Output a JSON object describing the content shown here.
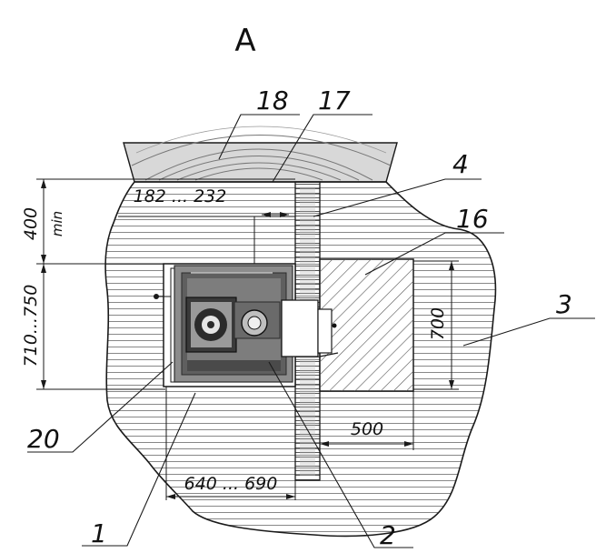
{
  "view_label": "A",
  "callouts": {
    "c18": "18",
    "c17": "17",
    "c4": "4",
    "c16": "16",
    "c3": "3",
    "c20": "20",
    "c1": "1",
    "c2": "2"
  },
  "dimensions": {
    "d_400": "400",
    "d_min": "min",
    "d_182_232": "182 ... 232",
    "d_710_750": "710...750",
    "d_700": "700",
    "d_500": "500",
    "d_640_690": "640 ... 690"
  },
  "colors": {
    "line": "#1a1a1a",
    "hatch": "#6f6f6f",
    "stove_fill": "#8a8a8a",
    "dark": "#2b2b2b"
  }
}
